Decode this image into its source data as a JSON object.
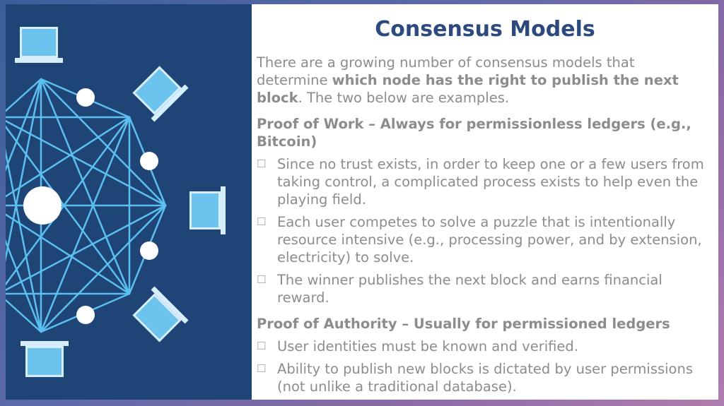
{
  "slide": {
    "title": "Consensus Models",
    "intro": {
      "part1": "There are a growing number of consensus models that determine ",
      "bold": "which node has the right to publish the next block",
      "part2": ". The two below are examples."
    },
    "sections": [
      {
        "heading": "Proof of Work – Always for permissionless ledgers (e.g., Bitcoin)",
        "bullets": [
          "Since no trust exists, in order to keep one or a few users from taking control, a complicated process exists to help even the playing field.",
          "Each user competes to solve a puzzle that is intentionally resource intensive (e.g., processing power, and by extension, electricity) to solve.",
          "The winner publishes the next block and earns financial reward."
        ]
      },
      {
        "heading": "Proof of Authority – Usually for permissioned ledgers",
        "bullets": [
          "User identities must be known and verified.",
          "Ability to publish new blocks is dictated by user permissions (not unlike a traditional database)."
        ]
      }
    ],
    "bullet_glyph": "☐"
  },
  "illustration": {
    "type": "network-of-laptops",
    "colors": {
      "panel_background": "#1f4577",
      "line_color": "#5bc0ef",
      "node_color": "#ffffff",
      "laptop_screen": "#6cc4ee",
      "laptop_frame": "#d6eefa"
    }
  },
  "colors": {
    "title": "#2c4a7e",
    "body_text": "#8c8c8c"
  }
}
